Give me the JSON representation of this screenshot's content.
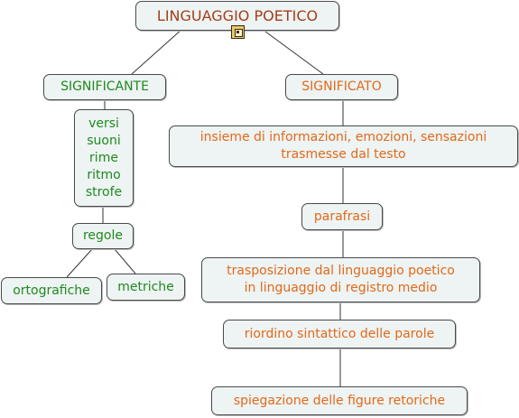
{
  "colors": {
    "title": "#a0401a",
    "significante": "#1e8a1e",
    "significato": "#e06a1a",
    "node_fill": "#eef3f3",
    "border": "#4a4a4a"
  },
  "root": {
    "label": "LINGUAGGIO POETICO",
    "icon": "resource-icon"
  },
  "significante": {
    "label": "SIGNIFICANTE",
    "elements": "versi\nsuoni\nrime\nritmo\nstrofe",
    "regole": "regole",
    "ortografiche": "ortografiche",
    "metriche": "metriche"
  },
  "significato": {
    "label": "SIGNIFICATO",
    "definition": "insieme di informazioni, emozioni, sensazioni\ntrasmesse dal testo",
    "parafrasi": "parafrasi",
    "trasposizione": "trasposizione dal linguaggio poetico\nin linguaggio di registro medio",
    "riordino": "riordino sintattico delle parole",
    "spiegazione": "spiegazione delle figure retoriche"
  }
}
